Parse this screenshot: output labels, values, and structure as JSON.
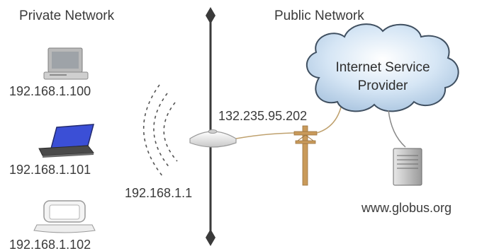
{
  "headers": {
    "private": "Private Network",
    "public": "Public Network"
  },
  "hosts": [
    {
      "ip": "192.168.1.100",
      "icon": "desktop-computer-icon"
    },
    {
      "ip": "192.168.1.101",
      "icon": "laptop-icon"
    },
    {
      "ip": "192.168.1.102",
      "icon": "white-laptop-icon"
    }
  ],
  "router": {
    "ip": "192.168.1.1",
    "icon": "wireless-router-icon"
  },
  "public_ip": "132.235.95.202",
  "cloud": {
    "line1": "Internet Service",
    "line2": "Provider",
    "icon": "cloud-icon"
  },
  "server": {
    "label": "www.globus.org",
    "icon": "server-icon"
  },
  "colors": {
    "cloud_fill": "#cfe0f0",
    "cloud_stroke": "#3f4f60",
    "divider": "#3a3a3a",
    "pole": "#c99a5a",
    "laptop_screen": "#3b4fd6"
  }
}
